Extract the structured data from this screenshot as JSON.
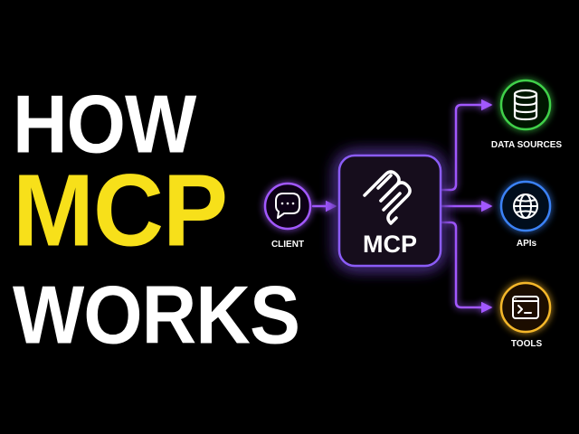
{
  "title": {
    "line1": "HOW",
    "line2": "MCP",
    "line3": "WORKS"
  },
  "diagram": {
    "client": {
      "label": "CLIENT",
      "icon": "chat-bubble-icon"
    },
    "hub": {
      "label": "MCP",
      "icon": "mcp-logo-icon"
    },
    "targets": [
      {
        "label": "DATA SOURCES",
        "icon": "database-icon"
      },
      {
        "label": "APIs",
        "icon": "globe-icon"
      },
      {
        "label": "TOOLS",
        "icon": "terminal-icon"
      }
    ]
  },
  "colors": {
    "background": "#000000",
    "title_white": "#ffffff",
    "title_accent": "#f7e01a",
    "arrow_purple": "#a259ff",
    "client_ring": "#a259ff",
    "hub_glow": "#8b5cf6",
    "data_sources_ring": "#3fd14a",
    "apis_ring": "#3b82f6",
    "tools_ring": "#f5b72a"
  }
}
